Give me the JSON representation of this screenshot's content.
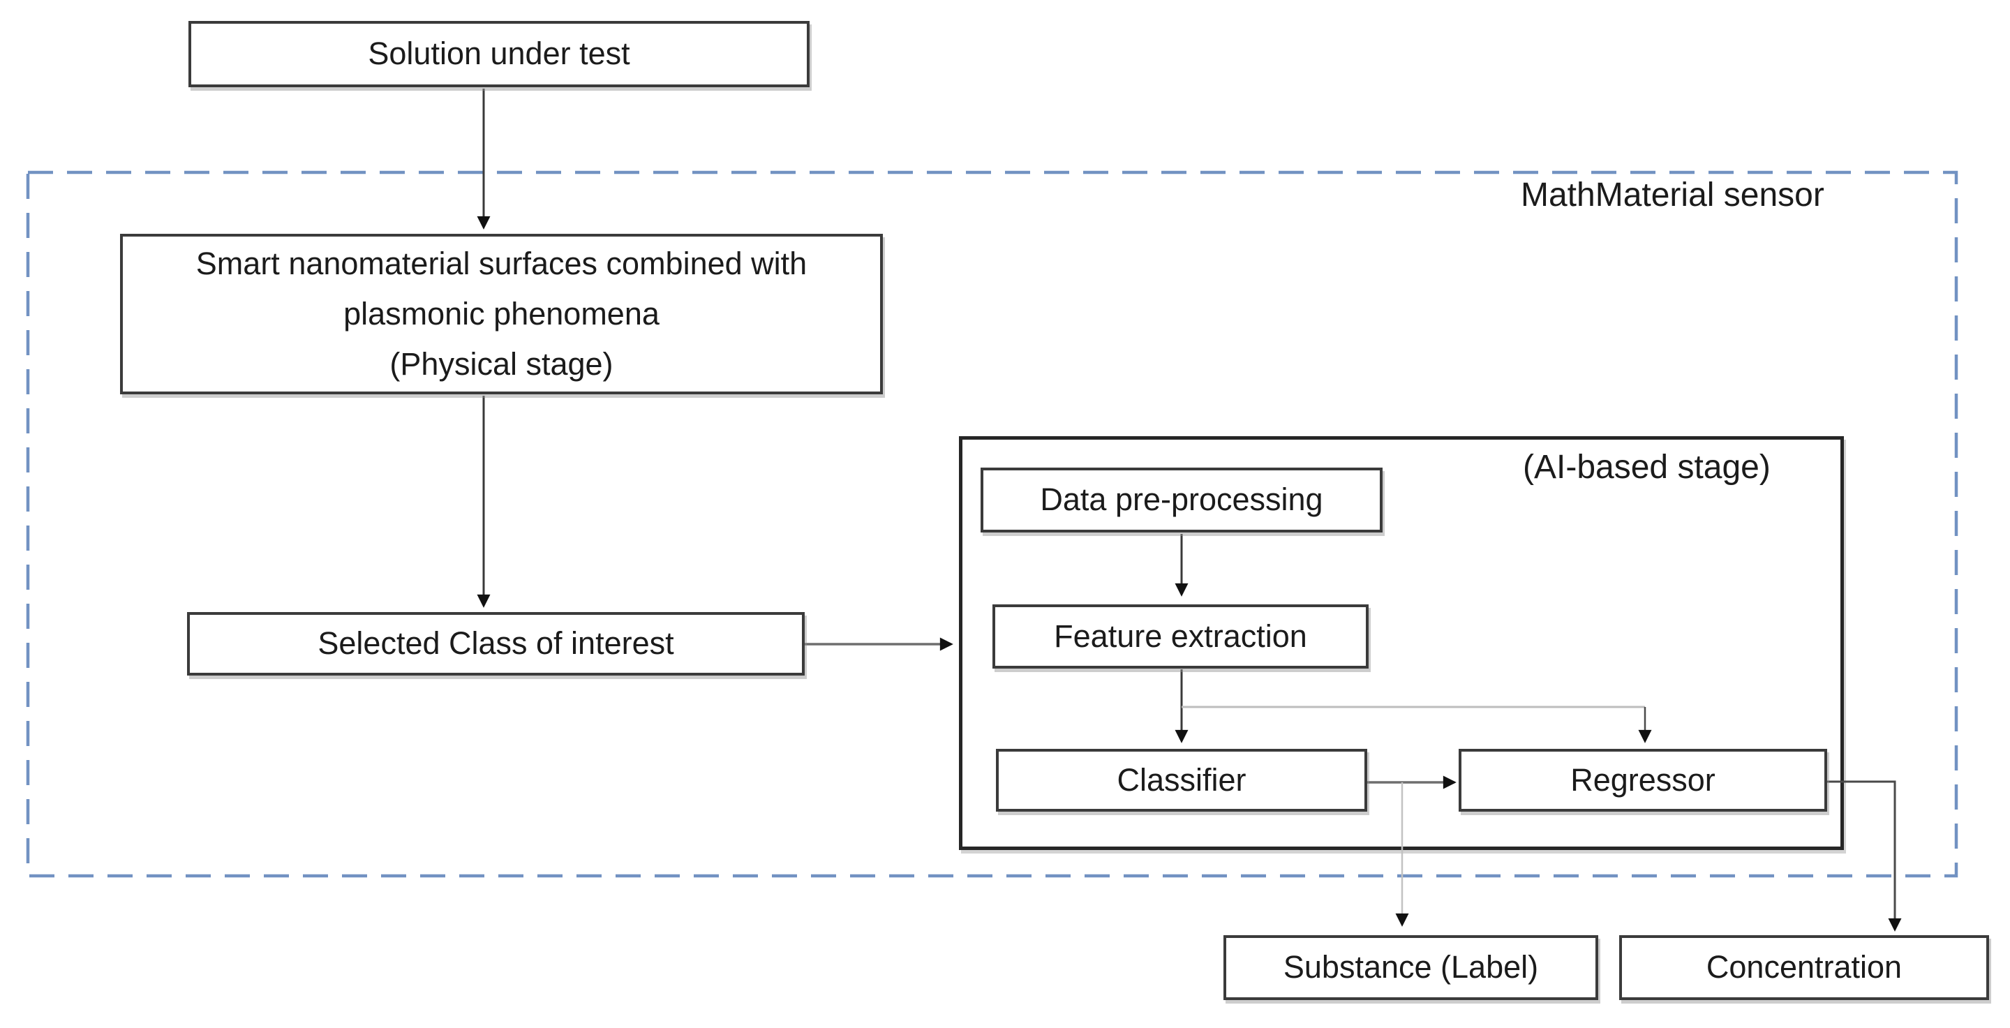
{
  "figure": {
    "region_label": "MathMaterial sensor",
    "ai_stage_label": "(AI-based stage)",
    "boxes": {
      "solution": "Solution under test",
      "physical": "Smart nanomaterial surfaces combined with\nplasmonic phenomena\n(Physical stage)",
      "selected_class": "Selected Class of interest",
      "data_preprocessing": "Data pre-processing",
      "feature_extraction": "Feature extraction",
      "classifier": "Classifier",
      "regressor": "Regressor",
      "substance": "Substance (Label)",
      "concentration": "Concentration"
    },
    "colors": {
      "boundary_dash": "#7292c2",
      "box_border": "#3b3b3b",
      "inner_border": "#262626",
      "arrow_dark": "#3a3a3a",
      "arrow_light": "#bdbdbd",
      "text": "#1b1b1b",
      "background": "#ffffff"
    }
  }
}
